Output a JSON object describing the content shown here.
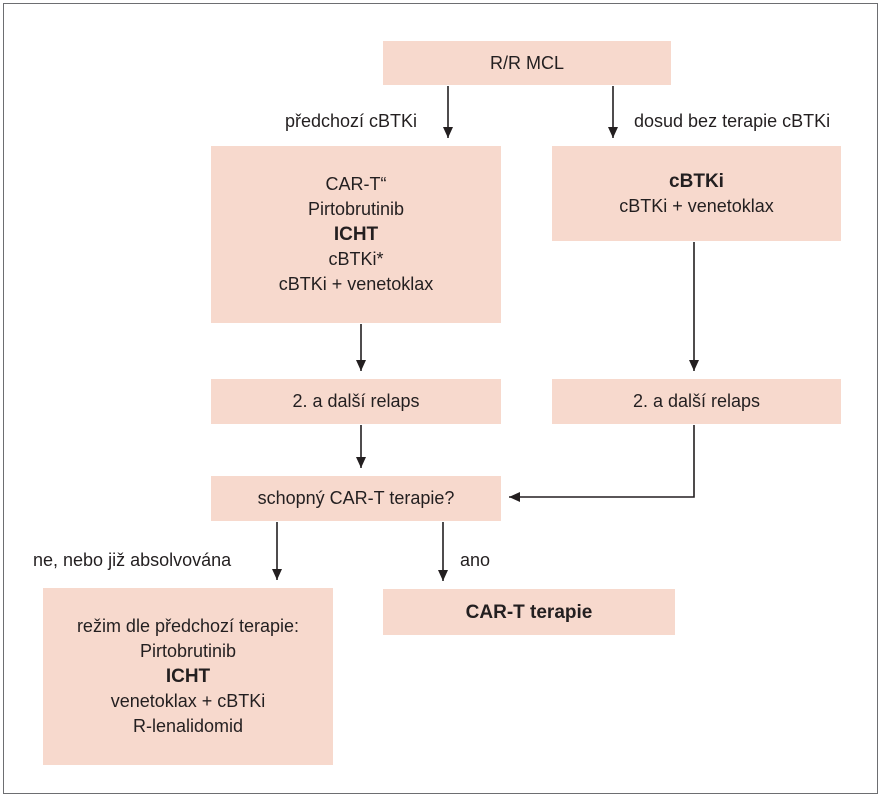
{
  "nodes": {
    "root": "R/R MCL",
    "left_therapy": [
      "CAR-T“",
      "Pirtobrutinib",
      "ICHT",
      "cBTKi*",
      "cBTKi + venetoklax"
    ],
    "right_therapy": [
      "cBTKi",
      "cBTKi + venetoklax"
    ],
    "left_relapse": "2. a další relaps",
    "right_relapse": "2. a další relaps",
    "decision": "schopný CAR-T terapie?",
    "no_regimen": [
      "režim dle předchozí terapie:",
      "Pirtobrutinib",
      "ICHT",
      "venetoklax + cBTKi",
      "R-lenalidomid"
    ],
    "car_t": "CAR-T terapie"
  },
  "edges": {
    "prior_btki": "předchozí cBTKi",
    "no_prior_btki": "dosud bez terapie cBTKi",
    "no": "ne, nebo již absolvována",
    "yes": "ano"
  },
  "colors": {
    "box": "#f7d9cd",
    "line": "#231f20",
    "frame": "#6d6e71"
  }
}
